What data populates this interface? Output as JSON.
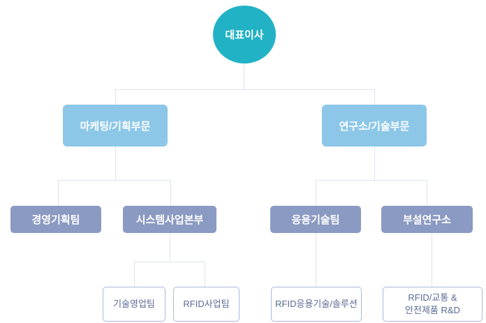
{
  "org_chart": {
    "root": {
      "label": "대표이사"
    },
    "level2": [
      {
        "label": "마케팅/기획부문"
      },
      {
        "label": "연구소/기술부문"
      }
    ],
    "level3": [
      {
        "label": "경영기획팀"
      },
      {
        "label": "시스템사업본부"
      },
      {
        "label": "응용기술팀"
      },
      {
        "label": "부설연구소"
      }
    ],
    "level4": [
      {
        "label": "기술영업팀"
      },
      {
        "label": "RFID사업팀"
      },
      {
        "label": "RFID응용기술/솔루션"
      },
      {
        "label": "RFID/교통 &\n안전제품 R&D"
      }
    ]
  },
  "colors": {
    "background": "#ffffff",
    "root_fill": "#21b2c6",
    "division_fill": "#8cc7e8",
    "team_fill": "#8b9ac3",
    "leaf_border": "#aab8d8",
    "leaf_text": "#5a6b94",
    "connector": "#dde3ee",
    "node_text": "#ffffff"
  }
}
